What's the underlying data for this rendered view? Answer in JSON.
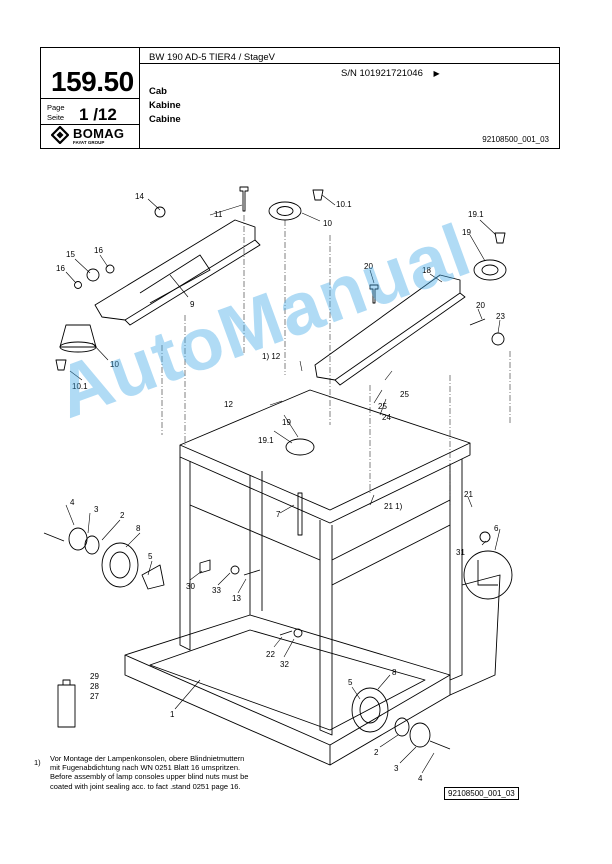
{
  "header": {
    "page_number": "159.50",
    "page_label_de": "Page",
    "page_label_en": "Seite",
    "page_current": "1",
    "page_total": "/12",
    "model": "BW 190 AD-5 TIER4 / StageV",
    "serial": "S/N 101921721046",
    "serial_arrow": "▶",
    "titles": [
      "Cab",
      "Kabine",
      "Cabine"
    ],
    "document_number": "92108500_001_03"
  },
  "logo": {
    "name": "BOMAG",
    "subtitle": "FAYAT GROUP"
  },
  "callouts": [
    "14",
    "11",
    "10.1",
    "10",
    "15",
    "16",
    "16",
    "9",
    "10",
    "10.1",
    "19.1",
    "19",
    "20",
    "18",
    "20",
    "23",
    "1) 12",
    "12",
    "25",
    "25",
    "24",
    "19.1",
    "19",
    "7",
    "21 1)",
    "21",
    "6",
    "31",
    "4",
    "3",
    "2",
    "8",
    "5",
    "30",
    "33",
    "13",
    "22",
    "32",
    "29",
    "28",
    "27",
    "8",
    "5",
    "1",
    "2",
    "3",
    "4"
  ],
  "footnote": {
    "marker": "1)",
    "lines": [
      "Vor Montage der Lampenkonsolen, obere Blindnietmuttern",
      "mit Fugenabdichtung nach WN 0251 Blatt 16 umspritzen.",
      "Before assembly of lamp consoles upper blind nuts must be",
      "coated with joint sealing acc. to fact .stand 0251 page 16."
    ]
  },
  "figure_reference": "92108500_001_03",
  "watermark": "AutoManual",
  "colors": {
    "watermark": "#42aae6",
    "line": "#000000",
    "background": "#ffffff"
  }
}
